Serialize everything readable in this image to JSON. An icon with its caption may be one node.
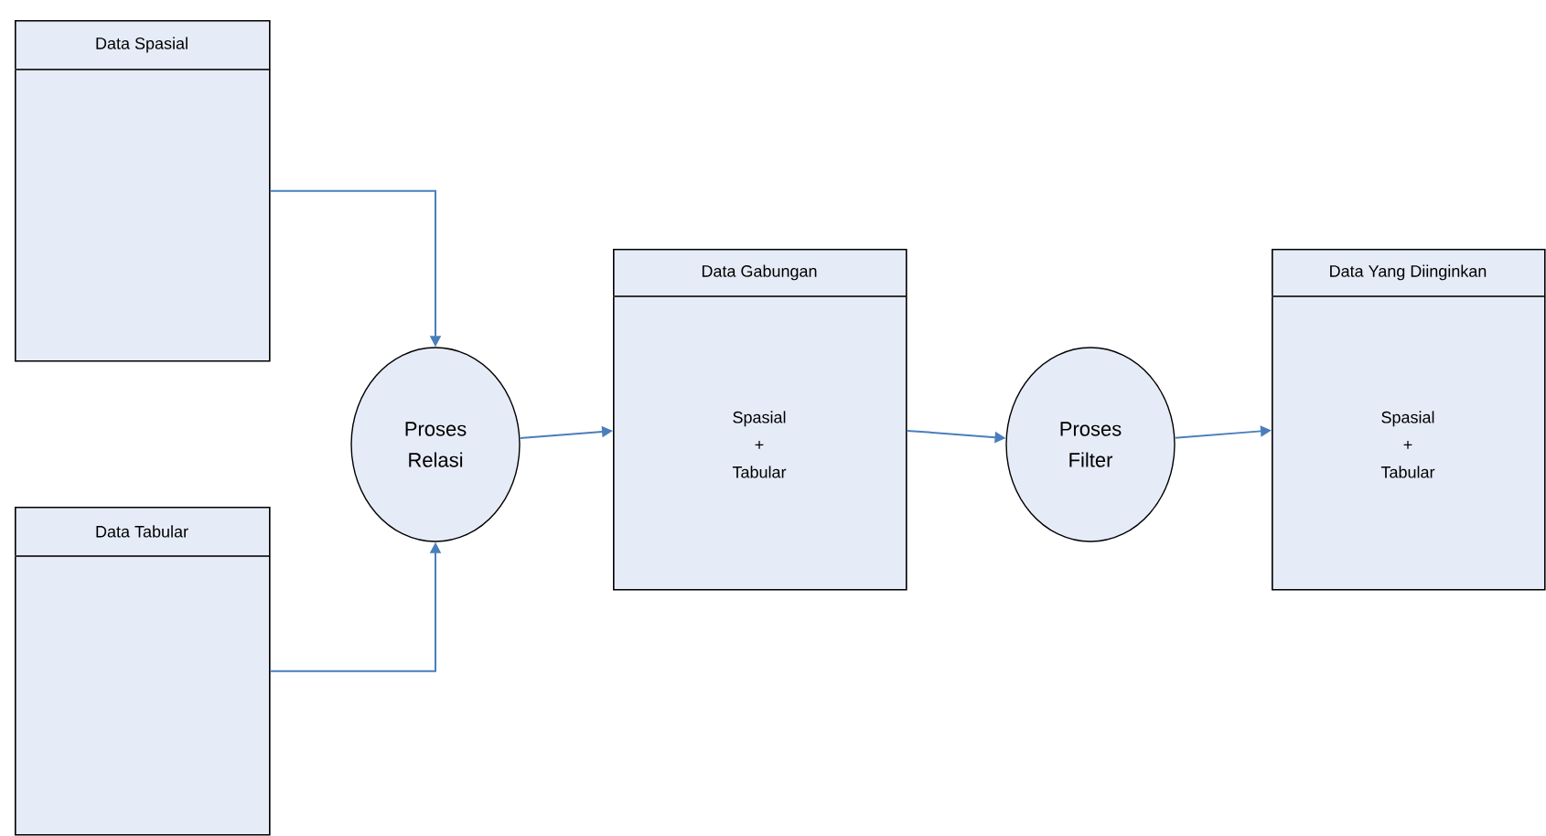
{
  "diagram": {
    "nodes": [
      {
        "text": [
          "Data Spasial"
        ]
      },
      {
        "text": [
          "Proses Relasi"
        ]
      },
      {
        "text": [
          "Data Tabular"
        ]
      },
      {
        "text": [
          "Data Gabungan",
          "Spasial + Tabular"
        ]
      },
      {
        "text": [
          "Proses Filter"
        ]
      },
      {
        "text": [
          "Data Yang Diinginkan",
          "Spasial + Tabular"
        ]
      }
    ],
    "edges": [
      {
        "from": 0,
        "to": 1,
        "arrow": "to"
      },
      {
        "from": 2,
        "to": 1,
        "arrow": "to"
      },
      {
        "from": 1,
        "to": 3,
        "arrow": "to"
      },
      {
        "from": 3,
        "to": 4,
        "arrow": "to"
      },
      {
        "from": 4,
        "to": 5,
        "arrow": "to"
      }
    ]
  }
}
